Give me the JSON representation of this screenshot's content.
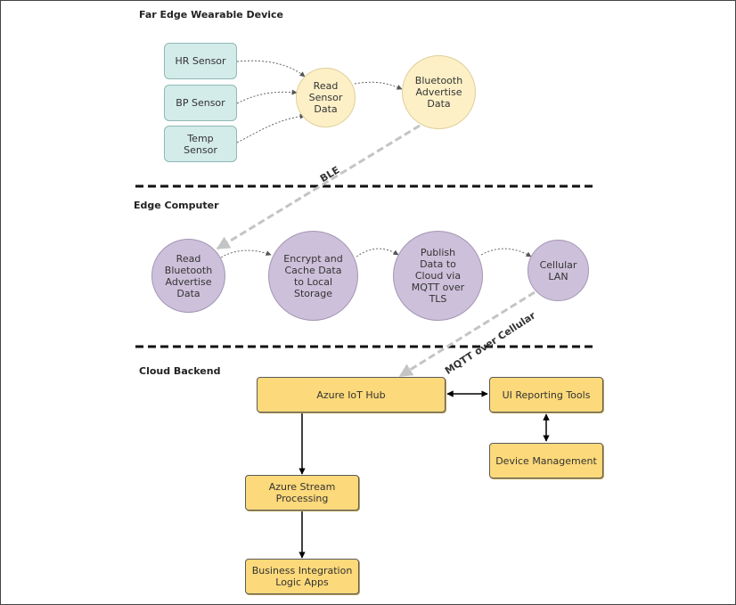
{
  "sections": {
    "wearable": "Far Edge Wearable Device",
    "edge": "Edge Computer",
    "cloud": "Cloud Backend"
  },
  "wearable_nodes": {
    "hr_sensor": "HR Sensor",
    "bp_sensor": "BP Sensor",
    "temp_sensor": "Temp\nSensor",
    "read_sensor": "Read\nSensor\nData",
    "ble_advertise": "Bluetooth\nAdvertise\nData"
  },
  "edge_nodes": {
    "read_ble": "Read\nBluetooth\nAdvertise\nData",
    "encrypt": "Encrypt and\nCache Data\nto Local\nStorage",
    "publish": "Publish\nData to\nCloud via\nMQTT over\nTLS",
    "cellular": "Cellular\nLAN"
  },
  "cloud_nodes": {
    "iot_hub": "Azure IoT Hub",
    "ui_tools": "UI Reporting Tools",
    "device_mgmt": "Device Management",
    "stream": "Azure Stream\nProcessing",
    "logic_apps": "Business Integration\nLogic Apps"
  },
  "edge_labels": {
    "ble": "BLE",
    "mqtt": "MQTT over Cellular"
  },
  "colors": {
    "sensor_fill": "#d3ebe9",
    "wearable_circle_fill": "#fdf0c7",
    "edge_circle_fill": "#cdc0da",
    "cloud_box_fill": "#fcd97a"
  }
}
